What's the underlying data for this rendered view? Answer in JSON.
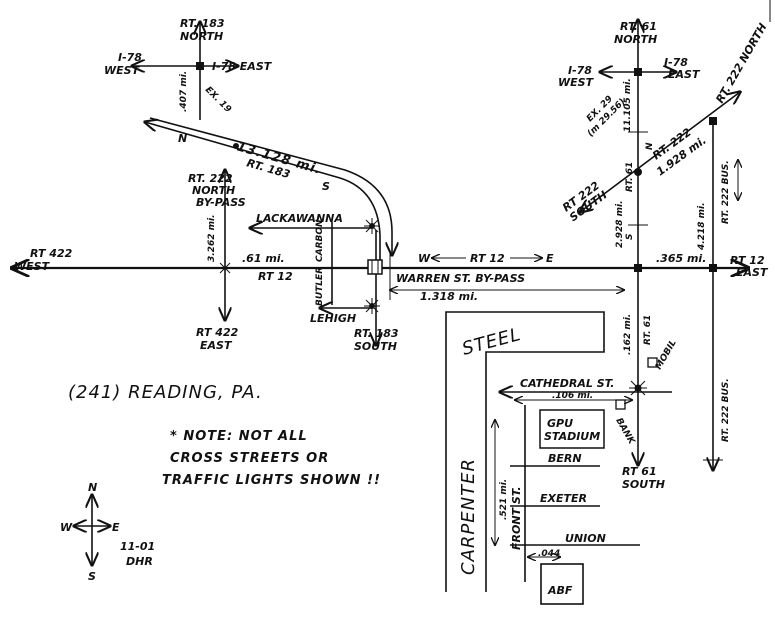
{
  "title": "(241) READING, PA.",
  "note": [
    "* NOTE: NOT ALL",
    "CROSS STREETS OR",
    "TRAFFIC LIGHTS SHOWN !!"
  ],
  "signature": [
    "11-01",
    "DHR"
  ],
  "compass": {
    "n": "N",
    "s": "S",
    "e": "E",
    "w": "W"
  },
  "highways": {
    "rt183_north": [
      "RT. 183",
      "NORTH"
    ],
    "i78_west_left": [
      "I-78",
      "WEST"
    ],
    "i78_east_left": "I-78 EAST",
    "ex19": "EX. 19",
    "dist_407": ".407 mi.",
    "rt183_label": "RT. 183",
    "rt183_n": "N",
    "rt183_s": "S",
    "dist_13128": "13.128 mi.",
    "rt222_north_bypass": [
      "RT. 222",
      "NORTH",
      "BY-PASS"
    ],
    "dist_3262": "3.262 mi.",
    "lackawanna": "LACKAWANNA",
    "carbon": "CARBON",
    "butler": "BUTLER",
    "lehigh": "LEHIGH",
    "rt183_south": [
      "RT. 183",
      "SOUTH"
    ],
    "rt422_west": [
      "RT 422",
      "WEST"
    ],
    "rt422_east": [
      "RT 422",
      "EAST"
    ],
    "dist_061": ".61 mi.",
    "rt12_left": "RT 12",
    "rt12_mid": "RT 12",
    "w": "W",
    "e": "E",
    "warren": "WARREN ST. BY-PASS",
    "dist_1318": "1.318 mi.",
    "rt61_north": [
      "RT. 61",
      "NORTH"
    ],
    "i78_west_right": [
      "I-78",
      "WEST"
    ],
    "i78_east_right": [
      "I-78",
      "EAST"
    ],
    "ex29": [
      "EX. 29",
      "(m 29.56)"
    ],
    "dist_11105": "11.105 mi.",
    "rt61_label": "RT. 61",
    "n_letter": "N",
    "s_letter": "S",
    "dist_2928": "2.928 mi.",
    "rt222_south": [
      "RT 222",
      "SOUTH"
    ],
    "rt222_diag": "RT. 222",
    "dist_1928": "1.928 mi.",
    "rt222_north_right": [
      "RT.",
      "222",
      "NORTH"
    ],
    "rt222_bus_upper": "RT. 222 BUS.",
    "dist_4218": "4.218 mi.",
    "dist_0365": ".365 mi.",
    "rt12_east": [
      "RT 12",
      "EAST"
    ],
    "rt222_bus_lower": "RT. 222 BUS.",
    "dist_0162": ".162 mi.",
    "rt61_mid": "RT. 61",
    "mobil": "MOBIL",
    "rt61_south": [
      "RT 61",
      "SOUTH"
    ],
    "steel": "STEEL",
    "carpenter": "CARPENTER",
    "cathedral": "CATHEDRAL ST.",
    "dist_0106": ".106 mi.",
    "bank": "BANK",
    "gpu": [
      "GPU",
      "STADIUM"
    ],
    "front": "FRONT ST.",
    "dist_0521": ".521 mi.",
    "bern": "BERN",
    "exeter": "EXETER",
    "union": "UNION",
    "dist_0044": ".044",
    "abf": "ABF"
  }
}
